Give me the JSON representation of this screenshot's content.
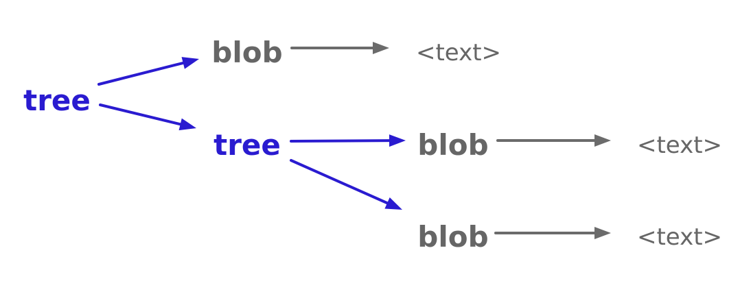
{
  "colors": {
    "tree": "#2a1bd0",
    "blob": "#666666",
    "text": "#666666",
    "arrow_tree": "#2a1bd0",
    "arrow_blob": "#6b6b6b"
  },
  "nodes": {
    "tree_root": {
      "label": "tree"
    },
    "blob_top": {
      "label": "blob"
    },
    "text_top": {
      "label": "<text>"
    },
    "tree_mid": {
      "label": "tree"
    },
    "blob_mid": {
      "label": "blob"
    },
    "text_mid": {
      "label": "<text>"
    },
    "blob_bot": {
      "label": "blob"
    },
    "text_bot": {
      "label": "<text>"
    }
  },
  "edges": [
    {
      "from": "tree_root",
      "to": "blob_top",
      "kind": "tree"
    },
    {
      "from": "tree_root",
      "to": "tree_mid",
      "kind": "tree"
    },
    {
      "from": "tree_mid",
      "to": "blob_mid",
      "kind": "tree"
    },
    {
      "from": "tree_mid",
      "to": "blob_bot",
      "kind": "tree"
    },
    {
      "from": "blob_top",
      "to": "text_top",
      "kind": "blob"
    },
    {
      "from": "blob_mid",
      "to": "text_mid",
      "kind": "blob"
    },
    {
      "from": "blob_bot",
      "to": "text_bot",
      "kind": "blob"
    }
  ]
}
